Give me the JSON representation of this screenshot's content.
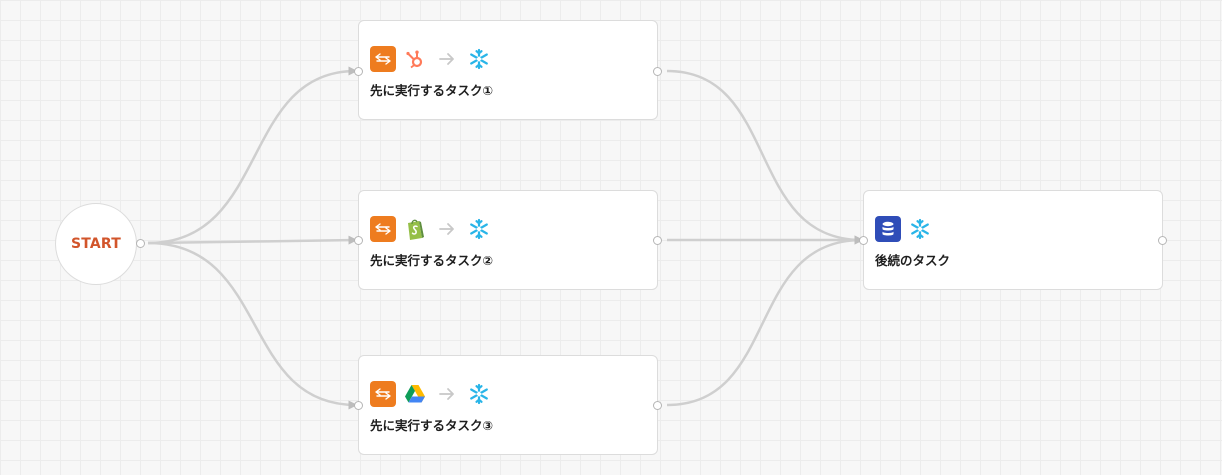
{
  "start": {
    "label": "START"
  },
  "tasks": [
    {
      "title": "先に実行するタスク①",
      "source_icon": "hubspot-icon",
      "target_icon": "snowflake-icon"
    },
    {
      "title": "先に実行するタスク②",
      "source_icon": "shopify-icon",
      "target_icon": "snowflake-icon"
    },
    {
      "title": "先に実行するタスク③",
      "source_icon": "google-drive-icon",
      "target_icon": "snowflake-icon"
    }
  ],
  "final_task": {
    "title": "後続のタスク",
    "type_icon": "database-icon",
    "target_icon": "snowflake-icon"
  },
  "colors": {
    "transfer_orange": "#ee7c1f",
    "database_blue": "#2f4db8",
    "start_text": "#d2552b",
    "hubspot": "#ff7a59",
    "shopify": "#95bf47",
    "snowflake": "#29b5e8",
    "edge": "#cfcfcf",
    "arrow": "#c4c4c4"
  }
}
